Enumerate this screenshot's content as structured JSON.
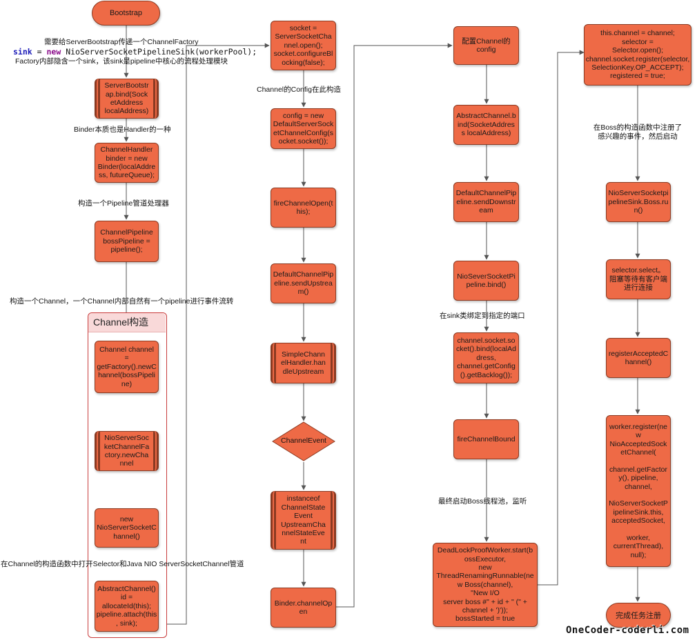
{
  "nodes": {
    "bootstrap": "Bootstrap",
    "server_bootstrap_bind": "ServerBootstr\nap.bind(Sock\netAddress\nlocalAddress)",
    "channel_handler": "ChannelHandler\nbinder = new\nBinder(localAddre\nss, futureQueue);",
    "channel_pipeline": "ChannelPipeline\nbossPipeline =\npipeline();",
    "channel_new": "Channel channel\n=\ngetFactory().newC\nhannel(bossPipeli\nne)",
    "nio_factory_new": "NioServerSoc\nketChannelFa\nctory.newCha\nnnel",
    "new_nio_server_channel": "new\nNioServerSocketC\nhannel()",
    "abstract_channel": "AbstractChannel()\nid =\nallocateId(this);\npipeline.attach(this\n, sink);",
    "socket_open": "socket =\nServerSocketCha\nnnel.open();\nsocket.configureBl\nocking(false);",
    "config_new": "config = new\nDefaultServerSock\netChannelConfig(s\nocket.socket());",
    "fire_channel_open": "fireChannelOpen(t\nhis);",
    "send_upstream": "DefaultChannelPip\neline.sendUpstrea\nm()",
    "simple_handler": "SimpleChann\nelHandler.han\ndleUpstream",
    "channel_event": "ChannelEvent",
    "instanceof_event": "instanceof\nChannelState\nEvent\nUpstreamCha\nnnelStateEve\nnt",
    "binder_channel_open": "Binder.channelOp\nen",
    "configure_config": "配置Channel的\nconfig",
    "abstract_channel_bind": "AbstractChannel.b\nind(SocketAddres\ns localAddress)",
    "send_downstream": "DefaultChannelPip\neline.sendDownstr\neam",
    "sink_bind": "NioSeverSocketPi\npeline.bind()",
    "socket_bind": "channel.socket.so\ncket().bind(localAd\ndress,\nchannel.getConfig\n().getBacklog());",
    "fire_channel_bound": "fireChannelBound",
    "deadlock_worker": "DeadLockProofWorker.start(b\nossExecutor,\n           new\nThreadRenamingRunnable(ne\nw Boss(channel),\n           \"New I/O\nserver boss #\" + id + \" (\" +\nchannel + ')'));\n  bossStarted = true",
    "boss_constructor": "this.channel = channel;\n    selector =\nSelector.open();\nchannel.socket.register(selector,\nSelectionKey.OP_ACCEPT);\n  registered = true;",
    "boss_run": "NioServerSocketpi\npelineSink.Boss.ru\nn()",
    "selector_select": "selector.select。\n阻塞等待有客户端\n进行连接",
    "register_accepted": "registerAcceptedC\nhannel()",
    "worker_register": "worker.register(ne\nw\nNioAcceptedSock\netChannel(\n\nchannel.getFactor\ny(), pipeline,\nchannel,\n\nNioServerSocketP\nipelineSink.this,\nacceptedSocket,\n\nworker,\ncurrentThread),\nnull);",
    "finish": "完成任务注册"
  },
  "labels": {
    "factory_note_1": "需要给ServerBootstrap传递一个ChannelFactory",
    "factory_note_code_sink": "sink",
    "factory_note_code_eq": " = ",
    "factory_note_code_new": "new",
    "factory_note_code_rest": " NioServerSocketPipelineSink(workerPool);",
    "factory_note_2": "Factory内部隐含一个sink，该sink是pipeline中核心的流程处理模块",
    "binder_note": "Binder本质也是Handler的一种",
    "pipeline_note": "构造一个Pipeline管道处理器",
    "channel_note": "构造一个Channel，一个Channel内部自然有一个pipeline进行事件流转",
    "group_title": "Channel构造",
    "selector_note": "在Channel的构造函数中打开Selector和Java NIO ServerSocketChannel管道",
    "config_note": "Channel的Config在此构造",
    "sink_bind_note": "在sink类绑定到指定的端口",
    "boss_note": "最终启动Boss线程池，监听",
    "boss_register_note": "在Boss的构造函数中注册了\n感兴趣的事件，然后启动",
    "watermark": "OneCoder-coderli.com"
  },
  "colors": {
    "node_fill": "#ee6a46",
    "node_border": "#8a3a22",
    "connector": "#555555",
    "group_border": "#c83a3a",
    "group_title_fill": "#f9d9d9"
  }
}
